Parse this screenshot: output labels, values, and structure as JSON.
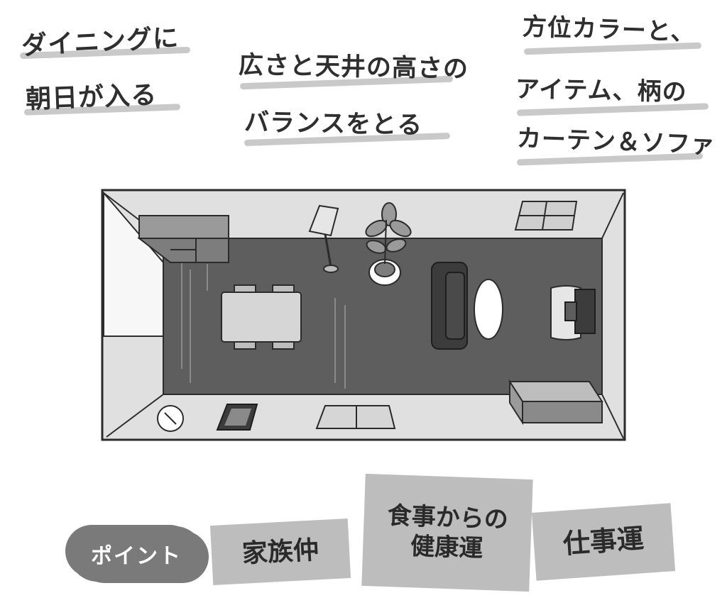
{
  "notes": [
    {
      "lines": [
        "ダイニングに",
        "朝日が入る"
      ]
    },
    {
      "lines": [
        "広さと天井の高さの",
        "バランスをとる"
      ]
    },
    {
      "lines": [
        "方位カラーと、",
        "アイテム、柄の",
        "カーテン＆ソファ"
      ]
    }
  ],
  "point_badge": "ポイント",
  "tags": [
    "家族仲",
    "食事からの\n健康運",
    "仕事運"
  ],
  "colors": {
    "floor": "#5e5e5e",
    "wall": "#e0e0e0",
    "outline": "#2b2b2b",
    "tag_bg": "#bdbdbd",
    "badge_bg": "#7a7a7a",
    "highlight": "#c9c9c9"
  }
}
